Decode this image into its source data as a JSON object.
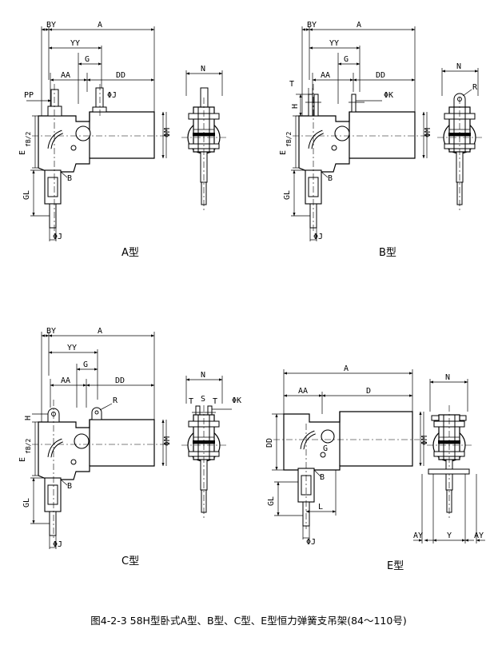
{
  "caption": "图4-2-3 58H型卧式A型、B型、C型、E型恒力弹簧支吊架(84～110号)",
  "panels": {
    "A": {
      "title": "A型",
      "labels": {
        "BY": "BY",
        "A": "A",
        "YY": "YY",
        "G": "G",
        "AA": "AA",
        "DD": "DD",
        "PP": "PP",
        "PhiJ_top": "ΦJ",
        "PhiM": "ΦM",
        "E": "E",
        "fB2": "fB/2",
        "B": "B",
        "GL": "GL",
        "PhiJ_bot": "ΦJ",
        "N": "N"
      }
    },
    "B": {
      "title": "B型",
      "labels": {
        "BY": "BY",
        "A": "A",
        "YY": "YY",
        "G": "G",
        "AA": "AA",
        "DD": "DD",
        "T": "T",
        "H": "H",
        "PhiK": "ΦK",
        "R": "R",
        "PhiM": "ΦM",
        "E": "E",
        "fB2": "fB/2",
        "B": "B",
        "GL": "GL",
        "PhiJ_bot": "ΦJ",
        "N": "N"
      }
    },
    "C": {
      "title": "C型",
      "labels": {
        "BY": "BY",
        "A": "A",
        "YY": "YY",
        "G": "G",
        "AA": "AA",
        "DD": "DD",
        "R": "R",
        "H": "H",
        "PhiM": "ΦM",
        "E": "E",
        "fB2": "fB/2",
        "B": "B",
        "GL": "GL",
        "PhiJ_bot": "ΦJ",
        "N": "N",
        "T1": "T",
        "S": "S",
        "T2": "T",
        "PhiK": "ΦK"
      }
    },
    "E": {
      "title": "E型",
      "labels": {
        "A": "A",
        "AA": "AA",
        "D": "D",
        "DD": "DD",
        "PhiM": "ΦM",
        "G": "G",
        "B": "B",
        "GL": "GL",
        "L": "L",
        "PhiJ_bot": "ΦJ",
        "N": "N",
        "AY1": "AY",
        "Y": "Y",
        "AY2": "AY"
      }
    }
  }
}
